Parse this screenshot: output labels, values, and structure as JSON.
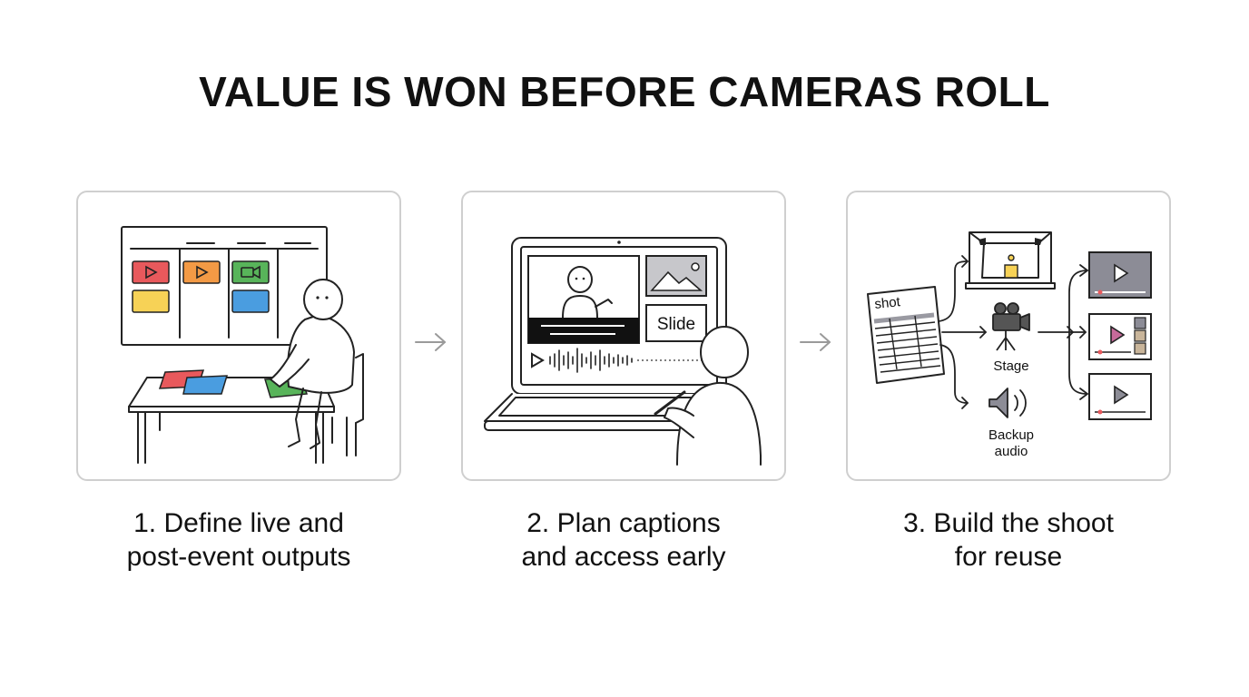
{
  "title": "VALUE IS WON BEFORE CAMERAS ROLL",
  "steps": [
    {
      "line1": "1. Define live and",
      "line2": "post-event outputs"
    },
    {
      "line1": "2. Plan captions",
      "line2": "and access early"
    },
    {
      "line1": "3. Build the shoot",
      "line2": "for reuse"
    }
  ],
  "labels": {
    "slide": "Slide",
    "shot": "shot",
    "stage": "Stage",
    "backup_line1": "Backup",
    "backup_line2": "audio"
  },
  "colors": {
    "red": "#e8595c",
    "orange": "#f39a45",
    "green": "#58b45a",
    "yellow": "#f7d256",
    "blue": "#4a9de0",
    "purple": "#c76a9a",
    "gray": "#8c8c96",
    "tan": "#c9b59a"
  }
}
